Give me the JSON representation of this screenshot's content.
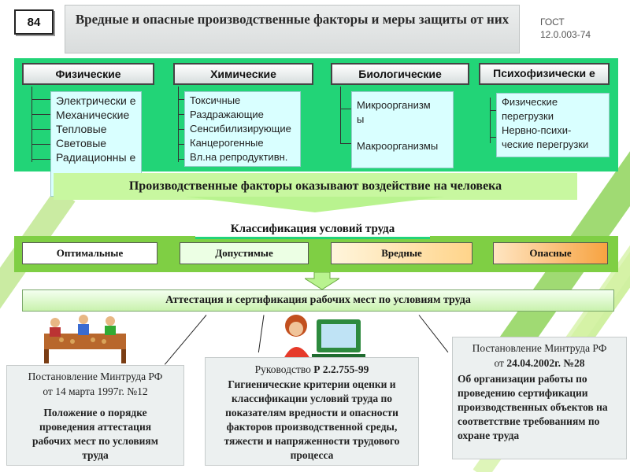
{
  "slide_number": "84",
  "title": "Вредные и опасные производственные факторы и меры защиты от них",
  "gost": {
    "line1": "ГОСТ",
    "line2": "12.0.003-74"
  },
  "factors": [
    {
      "header": "Физические",
      "items": [
        "Электрически е",
        "Механические",
        "Тепловые",
        "Световые",
        "Радиационны е"
      ]
    },
    {
      "header": "Химические",
      "items": [
        "Токсичные",
        "Раздражающие",
        "Сенсибилизирующие",
        "Канцерогенные",
        "Вл.на репродуктивн."
      ]
    },
    {
      "header": "Биологические",
      "items": [
        "Микроорганизм ы",
        "Макроорганизмы"
      ]
    },
    {
      "header": "Психофизически е",
      "items": [
        "Физические перегрузки",
        "Нервно-психи- ческие перегрузки"
      ]
    }
  ],
  "influence_text": "Производственные факторы оказывают воздействие на человека",
  "classification": {
    "title": "Классификация условий труда",
    "items": [
      "Оптимальные",
      "Допустимые",
      "Вредные",
      "Опасные"
    ]
  },
  "attestation": "Аттестация и сертификация рабочих мест по условиям труда",
  "documents": [
    {
      "line1": "Постановление Минтруда РФ",
      "line2_prefix": "от ",
      "line2_bold": "14 марта 1997г. №12",
      "body": "Положение о порядке проведения аттестация рабочих мест по условиям труда"
    },
    {
      "line1_prefix": "Руководство ",
      "line1_bold": "Р 2.2.755-99",
      "body": "Гигиенические критерии оценки и классификации условий труда по показателям вредности и опасности факторов производственной среды, тяжести и напряженности трудового процесса"
    },
    {
      "line1": "Постановление Минтруда РФ",
      "line2_prefix": "от ",
      "line2_bold": "24.04.2002г. №28",
      "body": "Об организации работы по проведению сертификации производственных объектов на соответствие требованиям по охране труда"
    }
  ],
  "colors": {
    "panel_green": "#22d477",
    "list_bg": "#d9ffff",
    "banner_green": "#c8f7a0",
    "class_green": "#7fcf44"
  }
}
